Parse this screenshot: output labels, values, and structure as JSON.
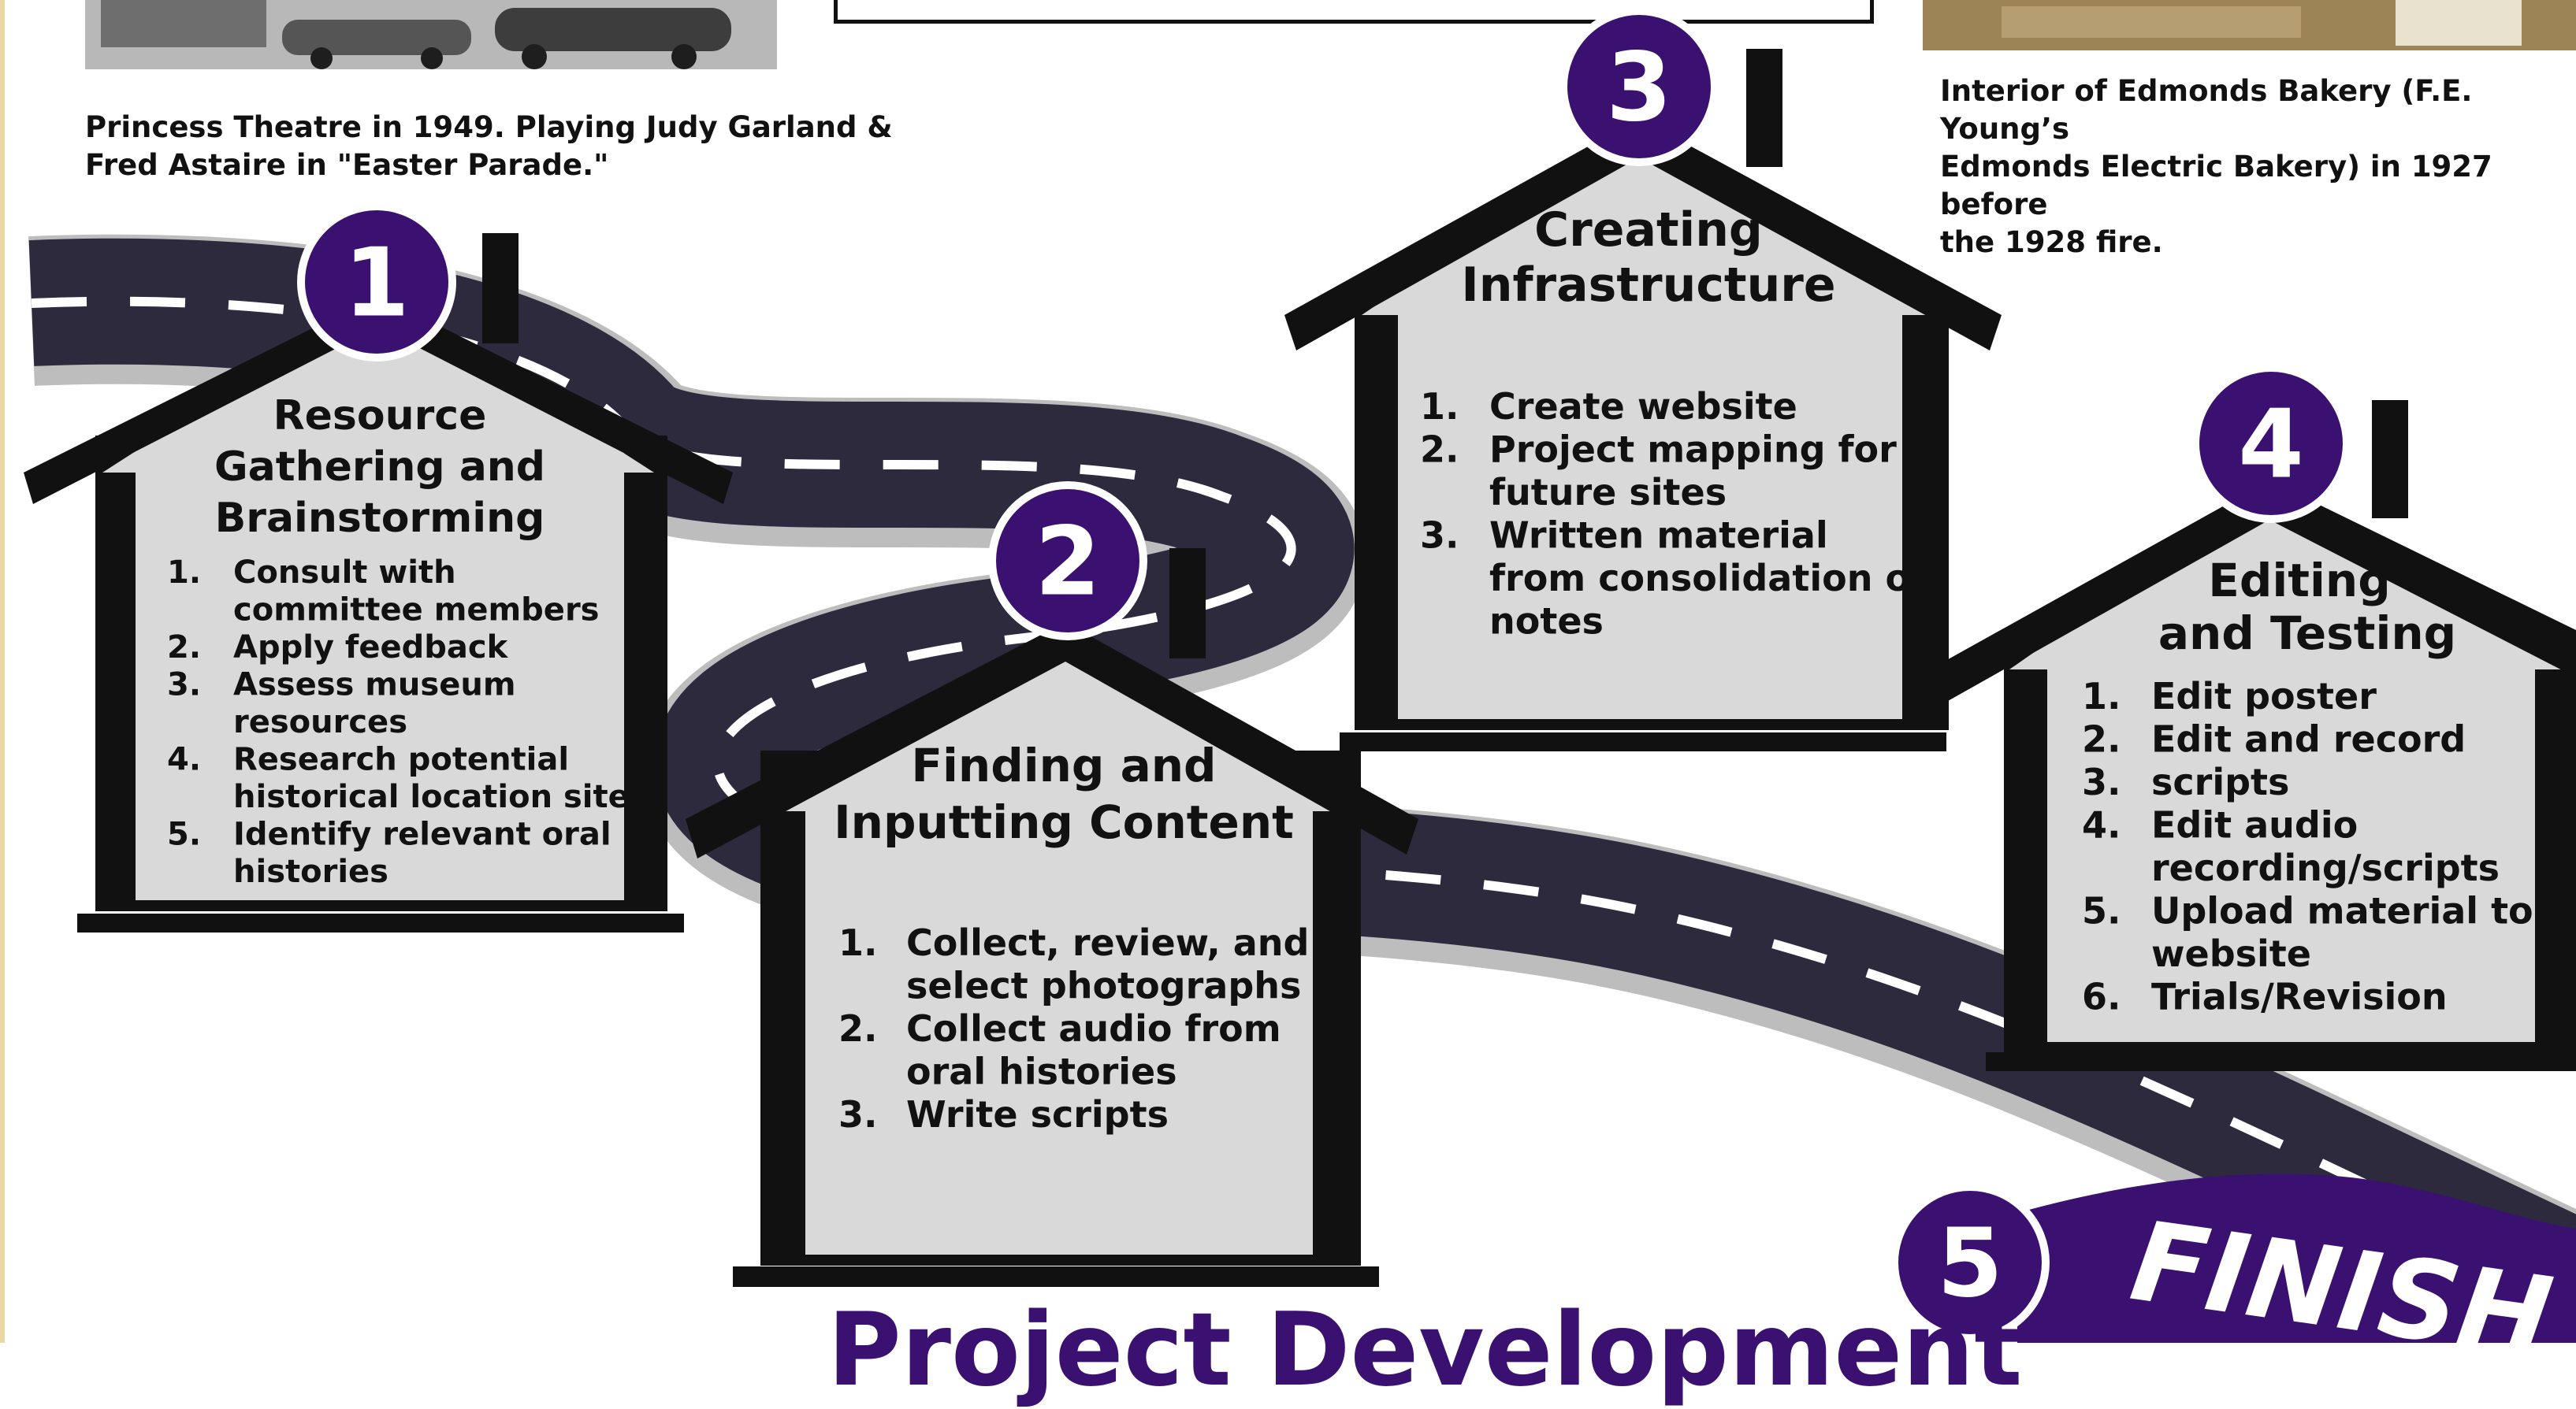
{
  "colors": {
    "accent_purple": "#3a1170",
    "house_fill": "#d9d9d9",
    "house_outline": "#111111",
    "road": "#2c2a3c"
  },
  "captions": {
    "left": "Princess Theatre in 1949. Playing Judy Garland &\nFred Astaire in \"Easter Parade.\"",
    "right": "Interior of Edmonds Bakery (F.E. Young’s\nEdmonds Electric Bakery) in 1927 before\nthe 1928 fire."
  },
  "steps": [
    {
      "number": "1",
      "title": [
        "Resource",
        "Gathering and",
        "Brainstorming"
      ],
      "items": [
        [
          "1.",
          "Consult with"
        ],
        [
          "",
          "committee members"
        ],
        [
          "2.",
          "Apply feedback"
        ],
        [
          "3.",
          "Assess museum"
        ],
        [
          "",
          "resources"
        ],
        [
          "4.",
          "Research potential"
        ],
        [
          "",
          "historical location sites"
        ],
        [
          "5.",
          "Identify relevant oral"
        ],
        [
          "",
          "histories"
        ]
      ]
    },
    {
      "number": "2",
      "title": [
        "Finding and",
        "Inputting Content"
      ],
      "items": [
        [
          "1.",
          "Collect, review, and"
        ],
        [
          "",
          "select photographs"
        ],
        [
          "2.",
          "Collect audio from"
        ],
        [
          "",
          "oral histories"
        ],
        [
          "3.",
          "Write scripts"
        ]
      ]
    },
    {
      "number": "3",
      "title": [
        "Creating",
        "Infrastructure"
      ],
      "items": [
        [
          "1.",
          "Create website"
        ],
        [
          "2.",
          "Project mapping for"
        ],
        [
          "",
          "future sites"
        ],
        [
          "3.",
          "Written material"
        ],
        [
          "",
          "from consolidation of"
        ],
        [
          "",
          "notes"
        ]
      ]
    },
    {
      "number": "4",
      "title": [
        "Editing",
        "and Testing"
      ],
      "items": [
        [
          "1.",
          "Edit poster"
        ],
        [
          "2.",
          "Edit and record"
        ],
        [
          "3.",
          "scripts"
        ],
        [
          "4.",
          "Edit audio"
        ],
        [
          "",
          "recording/scripts"
        ],
        [
          "5.",
          "Upload material to"
        ],
        [
          "",
          "website"
        ],
        [
          "6.",
          "Trials/Revision"
        ]
      ]
    }
  ],
  "finish": {
    "number": "5",
    "label": "FINISH"
  },
  "footer_title": "Project Development"
}
